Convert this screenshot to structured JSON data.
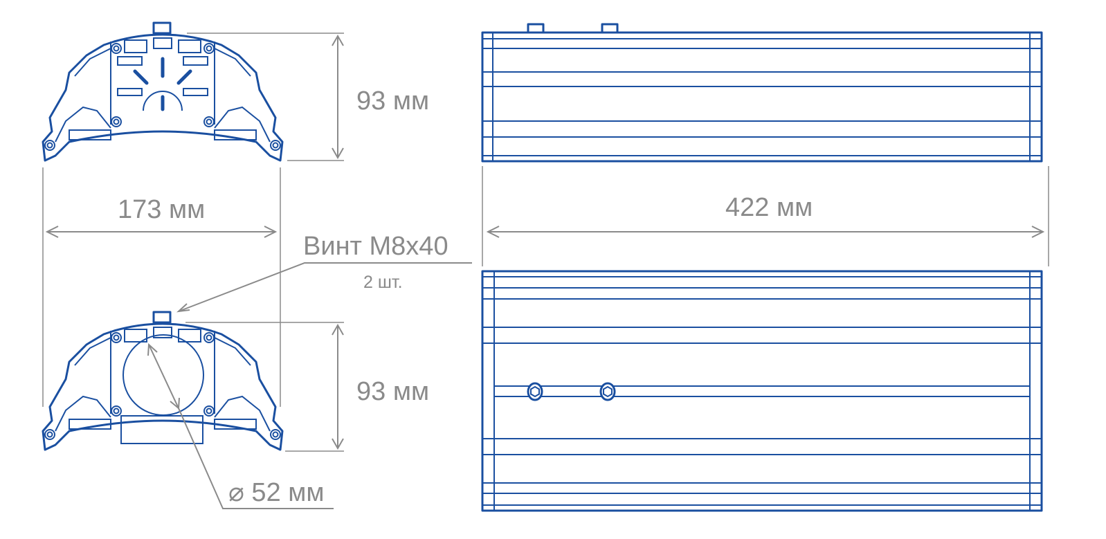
{
  "drawing": {
    "dimensions": {
      "height_top": "93 мм",
      "width_front": "173 мм",
      "length": "422 мм",
      "height_bottom": "93 мм",
      "diameter": "⌀ 52 мм"
    },
    "screw_callout": {
      "label": "Винт M8x40",
      "quantity": "2 шт."
    },
    "colors": {
      "line": "#1a4fa0",
      "dimension": "#8a8a8a"
    }
  }
}
